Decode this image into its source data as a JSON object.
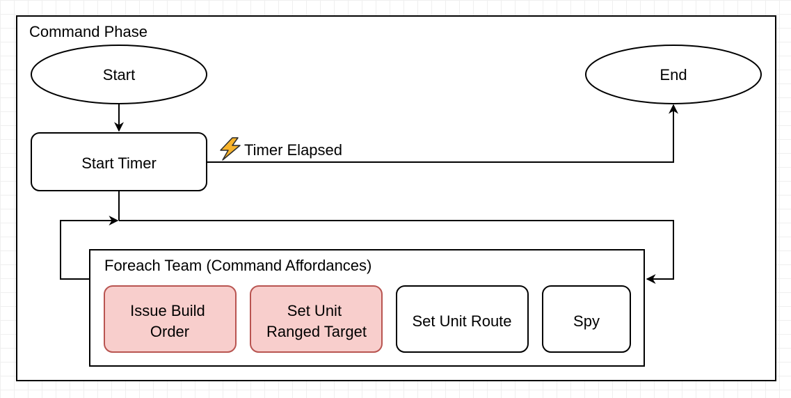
{
  "diagram": {
    "outer_frame_label": "Command Phase",
    "inner_frame_label": "Foreach Team (Command Affordances)",
    "nodes": {
      "start": "Start",
      "end": "End",
      "start_timer": "Start Timer",
      "issue_build_order": [
        "Issue Build",
        "Order"
      ],
      "set_unit_ranged_target": [
        "Set Unit",
        "Ranged Target"
      ],
      "set_unit_route": "Set Unit Route",
      "spy": "Spy"
    },
    "edges": {
      "timer_elapsed_label": "Timer Elapsed",
      "timer_elapsed_icon": "lightning-bolt-icon"
    },
    "colors": {
      "highlight_fill": "#f8cecc",
      "highlight_stroke": "#b85450",
      "bolt_fill": "#f7b32b",
      "line": "#000000"
    }
  }
}
